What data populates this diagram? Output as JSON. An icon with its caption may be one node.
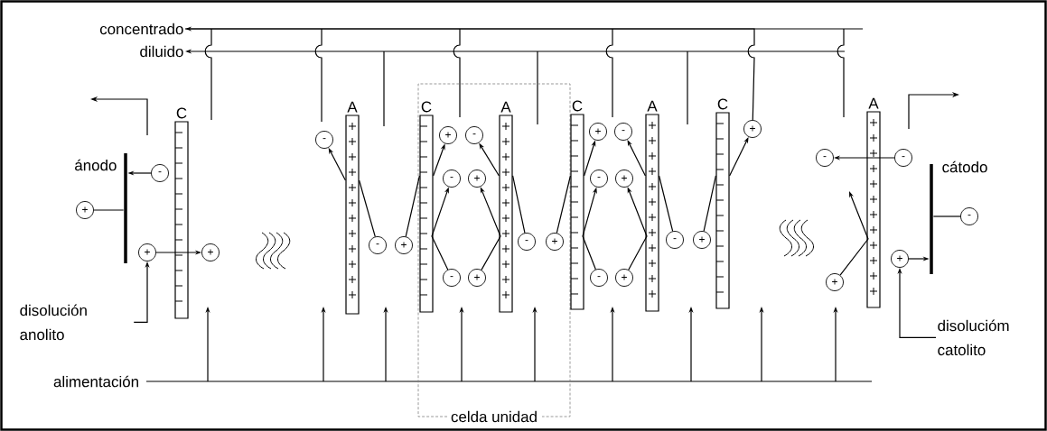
{
  "diagram": {
    "nodes": [
      {
        "text": [
          "concentrado"
        ]
      },
      {
        "text": [
          "diluido"
        ]
      },
      {
        "text": [
          "ánodo"
        ]
      },
      {
        "text": [
          "-"
        ]
      },
      {
        "text": [
          "+"
        ]
      },
      {
        "text": [
          "+"
        ]
      },
      {
        "text": [
          "C"
        ]
      },
      {
        "text": [
          "+"
        ]
      },
      {
        "text": [
          "A"
        ]
      },
      {
        "text": [
          "-"
        ]
      },
      {
        "text": [
          "-"
        ]
      },
      {
        "text": [
          "+"
        ]
      },
      {
        "text": [
          "C"
        ]
      },
      {
        "text": [
          "+"
        ]
      },
      {
        "text": [
          "-"
        ]
      },
      {
        "text": [
          "-"
        ]
      },
      {
        "text": [
          "+"
        ]
      },
      {
        "text": [
          "-"
        ]
      },
      {
        "text": [
          "+"
        ]
      },
      {
        "text": [
          "A"
        ]
      },
      {
        "text": [
          "-"
        ]
      },
      {
        "text": [
          "+"
        ]
      },
      {
        "text": [
          "C"
        ]
      },
      {
        "text": [
          "+"
        ]
      },
      {
        "text": [
          "-"
        ]
      },
      {
        "text": [
          "-"
        ]
      },
      {
        "text": [
          "+"
        ]
      },
      {
        "text": [
          "-"
        ]
      },
      {
        "text": [
          "+"
        ]
      },
      {
        "text": [
          "A"
        ]
      },
      {
        "text": [
          "-"
        ]
      },
      {
        "text": [
          "+"
        ]
      },
      {
        "text": [
          "C"
        ]
      },
      {
        "text": [
          "+"
        ]
      },
      {
        "text": [
          "-"
        ]
      },
      {
        "text": [
          "A"
        ]
      },
      {
        "text": [
          "-"
        ]
      },
      {
        "text": [
          "+"
        ]
      },
      {
        "text": [
          "cátodo"
        ]
      },
      {
        "text": [
          "+"
        ]
      },
      {
        "text": [
          "-"
        ]
      },
      {
        "text": [
          "disolución anolito"
        ]
      },
      {
        "text": [
          "disolucióm catolito"
        ]
      }
    ],
    "edges": [
      {
        "from": null,
        "to": 0,
        "arrow": "to"
      },
      {
        "from": null,
        "to": 1,
        "arrow": "to"
      },
      {
        "from": 3,
        "to": 2,
        "arrow": "to"
      },
      {
        "from": 4,
        "to": 2,
        "arrow": "none"
      },
      {
        "from": 5,
        "to": 7,
        "arrow": "to"
      },
      {
        "from": 10,
        "to": 8,
        "arrow": "none"
      },
      {
        "from": 8,
        "to": 9,
        "arrow": "to"
      },
      {
        "from": 11,
        "to": 12,
        "arrow": "none"
      },
      {
        "from": 12,
        "to": 13,
        "arrow": "to"
      },
      {
        "from": 17,
        "to": 15,
        "arrow": "to"
      },
      {
        "from": 18,
        "to": 16,
        "arrow": "to"
      },
      {
        "from": 20,
        "to": 19,
        "arrow": "none"
      },
      {
        "from": 19,
        "to": 14,
        "arrow": "to"
      },
      {
        "from": 21,
        "to": 22,
        "arrow": "none"
      },
      {
        "from": 22,
        "to": 23,
        "arrow": "to"
      },
      {
        "from": 27,
        "to": 25,
        "arrow": "to"
      },
      {
        "from": 28,
        "to": 26,
        "arrow": "to"
      },
      {
        "from": 30,
        "to": 29,
        "arrow": "none"
      },
      {
        "from": 29,
        "to": 24,
        "arrow": "to"
      },
      {
        "from": 31,
        "to": 32,
        "arrow": "none"
      },
      {
        "from": 32,
        "to": 33,
        "arrow": "to"
      },
      {
        "from": 36,
        "to": 34,
        "arrow": "to"
      },
      {
        "from": 37,
        "to": null,
        "arrow": "to"
      },
      {
        "from": 39,
        "to": 38,
        "arrow": "to"
      },
      {
        "from": 38,
        "to": 40,
        "arrow": "none"
      },
      {
        "from": 41,
        "to": 5,
        "arrow": "to"
      },
      {
        "from": 42,
        "to": 39,
        "arrow": "to"
      },
      {
        "from": 33,
        "to": 0,
        "arrow": "none"
      }
    ],
    "labels": [
      "alimentación",
      "celda unidad"
    ]
  }
}
